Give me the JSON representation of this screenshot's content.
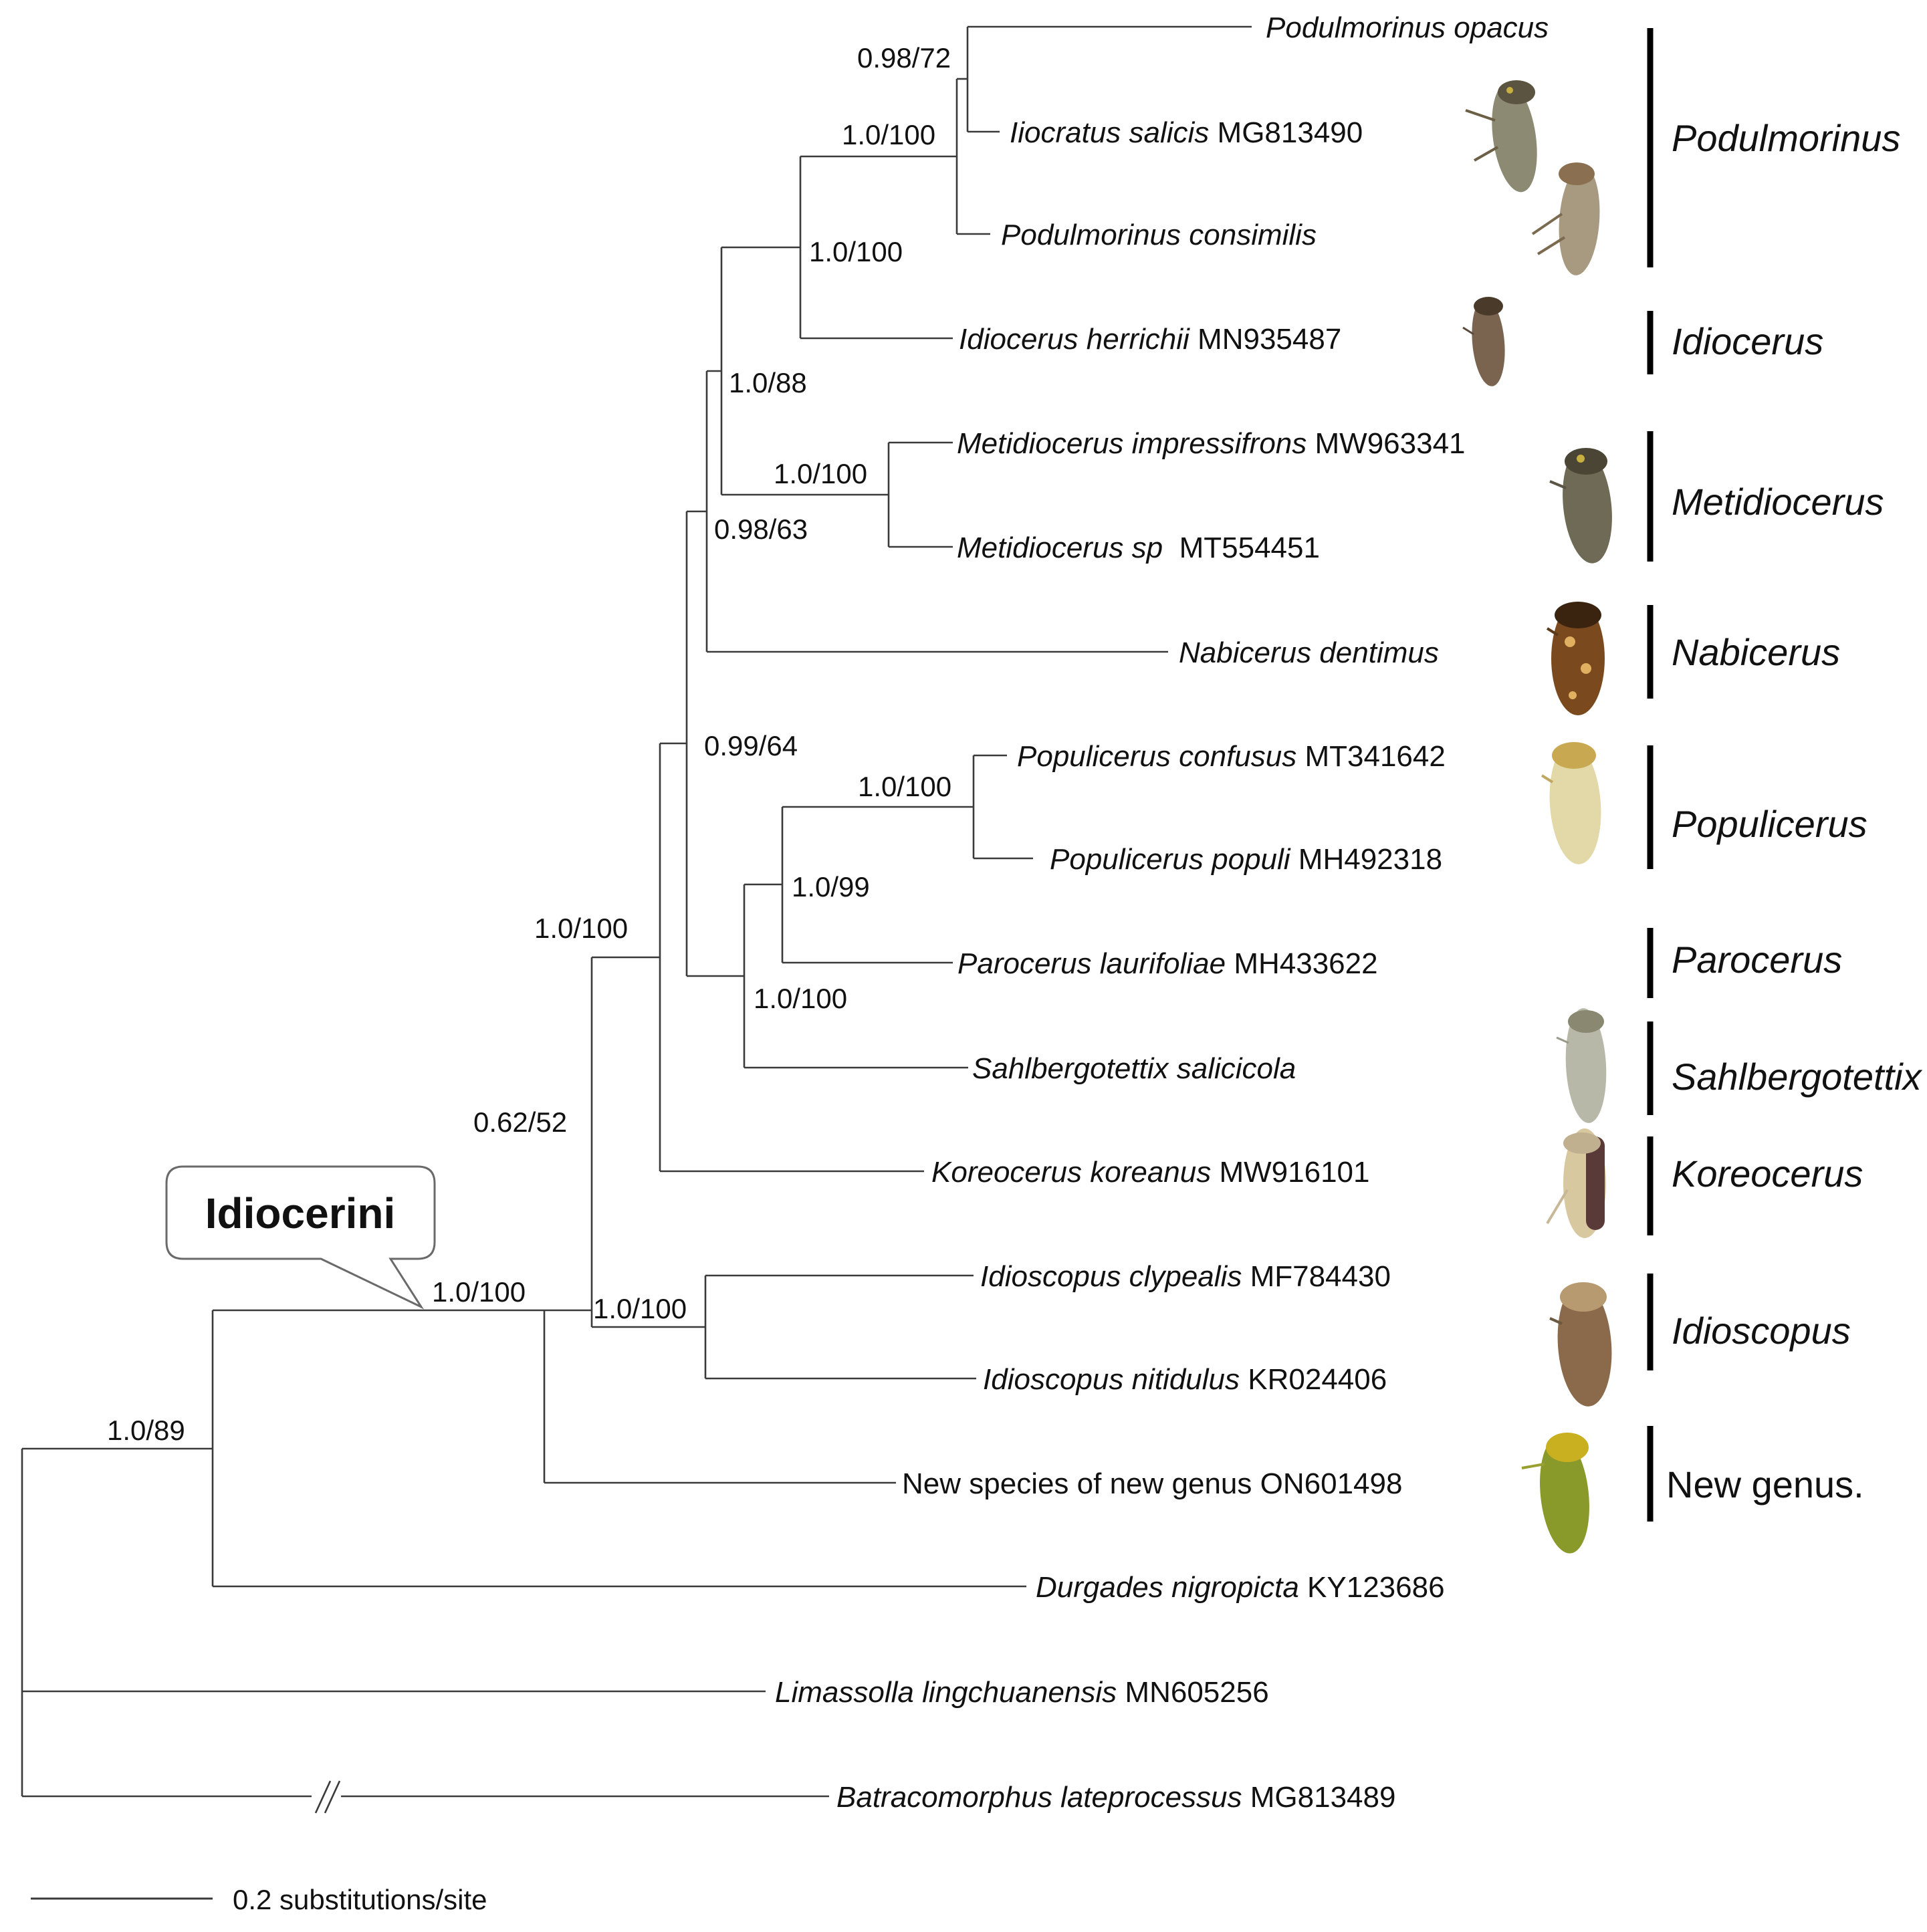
{
  "tree": {
    "tribe_label": "Idiocerini",
    "taxa": [
      {
        "id": "t1",
        "species": "Podulmorinus opacus",
        "accession": ""
      },
      {
        "id": "t2",
        "species": "Iiocratus salicis",
        "accession": "MG813490"
      },
      {
        "id": "t3",
        "species": "Podulmorinus consimilis",
        "accession": ""
      },
      {
        "id": "t4",
        "species": "Idiocerus herrichii",
        "accession": "MN935487"
      },
      {
        "id": "t5",
        "species": "Metidiocerus impressifrons",
        "accession": "MW963341"
      },
      {
        "id": "t6",
        "species": "Metidiocerus sp",
        "accession": "MT554451"
      },
      {
        "id": "t7",
        "species": "Nabicerus dentimus",
        "accession": ""
      },
      {
        "id": "t8",
        "species": "Populicerus confusus",
        "accession": "MT341642"
      },
      {
        "id": "t9",
        "species": "Populicerus populi",
        "accession": "MH492318"
      },
      {
        "id": "t10",
        "species": "Parocerus laurifoliae",
        "accession": "MH433622"
      },
      {
        "id": "t11",
        "species": "Sahlbergotettix salicicola",
        "accession": ""
      },
      {
        "id": "t12",
        "species": "Koreocerus koreanus",
        "accession": "MW916101"
      },
      {
        "id": "t13",
        "species": "Idioscopus clypealis",
        "accession": "MF784430"
      },
      {
        "id": "t14",
        "species": "Idioscopus nitidulus",
        "accession": "KR024406"
      },
      {
        "id": "t15",
        "species": "",
        "accession": "New species of new genus ON601498"
      },
      {
        "id": "t16",
        "species": "Durgades nigropicta",
        "accession": "KY123686"
      },
      {
        "id": "t17",
        "species": "Limassolla lingchuanensis",
        "accession": "MN605256"
      },
      {
        "id": "t18",
        "species": "Batracomorphus lateprocessus",
        "accession": "MG813489"
      }
    ],
    "support_values": [
      {
        "id": "s1",
        "value": "0.98/72"
      },
      {
        "id": "s2",
        "value": "1.0/100"
      },
      {
        "id": "s3",
        "value": "1.0/100"
      },
      {
        "id": "s4",
        "value": "1.0/88"
      },
      {
        "id": "s5",
        "value": "1.0/100"
      },
      {
        "id": "s6",
        "value": "0.98/63"
      },
      {
        "id": "s7",
        "value": "0.99/64"
      },
      {
        "id": "s8",
        "value": "1.0/100"
      },
      {
        "id": "s9",
        "value": "1.0/99"
      },
      {
        "id": "s10",
        "value": "1.0/100"
      },
      {
        "id": "s11",
        "value": "1.0/100"
      },
      {
        "id": "s12",
        "value": "0.62/52"
      },
      {
        "id": "s13",
        "value": "1.0/100"
      },
      {
        "id": "s14",
        "value": "1.0/100"
      },
      {
        "id": "s15",
        "value": "1.0/89"
      }
    ],
    "genus_groups": [
      {
        "id": "g1",
        "label": "Podulmorinus",
        "italic": true
      },
      {
        "id": "g2",
        "label": "Idiocerus",
        "italic": true
      },
      {
        "id": "g3",
        "label": "Metidiocerus",
        "italic": true
      },
      {
        "id": "g4",
        "label": "Nabicerus",
        "italic": true
      },
      {
        "id": "g5",
        "label": "Populicerus",
        "italic": true
      },
      {
        "id": "g6",
        "label": "Parocerus",
        "italic": true
      },
      {
        "id": "g7",
        "label": "Sahlbergotettix",
        "italic": true
      },
      {
        "id": "g8",
        "label": "Koreocerus",
        "italic": true
      },
      {
        "id": "g9",
        "label": "Idioscopus",
        "italic": true
      },
      {
        "id": "g10",
        "label": "New genus.",
        "italic": false
      }
    ],
    "scale_bar": {
      "label": "0.2 substitutions/site"
    },
    "specimen_photos": [
      {
        "id": "p1",
        "depicts": "Iiocratus salicis specimen",
        "color": "#8c8a72"
      },
      {
        "id": "p2",
        "depicts": "Podulmorinus consimilis specimen",
        "color": "#a89a80"
      },
      {
        "id": "p3",
        "depicts": "Idiocerus herrichii specimen",
        "color": "#7a6450"
      },
      {
        "id": "p4",
        "depicts": "Metidiocerus impressifrons specimen",
        "color": "#6f6a55"
      },
      {
        "id": "p5",
        "depicts": "Nabicerus dentimus specimen",
        "color": "#7a4a1e"
      },
      {
        "id": "p6",
        "depicts": "Populicerus specimen",
        "color": "#e3d8a8"
      },
      {
        "id": "p7",
        "depicts": "Sahlbergotettix salicicola specimen",
        "color": "#b8b8a8"
      },
      {
        "id": "p8",
        "depicts": "Koreocerus koreanus specimen",
        "color": "#d8c8a0"
      },
      {
        "id": "p9",
        "depicts": "Idioscopus specimen",
        "color": "#8a6a4a"
      },
      {
        "id": "p10",
        "depicts": "New species of new genus specimen",
        "color": "#8a9a2a"
      }
    ]
  }
}
